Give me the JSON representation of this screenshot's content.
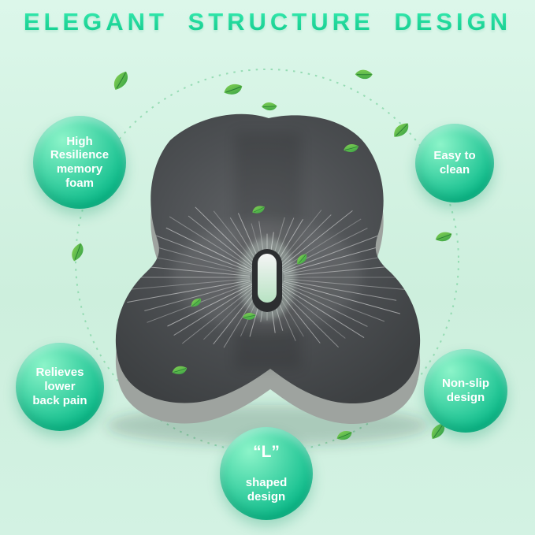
{
  "title": "ELEGANT STRUCTURE DESIGN",
  "badges": [
    {
      "id": "high-resilience",
      "label": "High\nResilience\nmemory\nfoam"
    },
    {
      "id": "easy-clean",
      "label": "Easy to\nclean"
    },
    {
      "id": "relieves-back-pain",
      "label": "Relieves\nlower\nback pain"
    },
    {
      "id": "non-slip",
      "label": "Non-slip\ndesign"
    },
    {
      "id": "l-shaped",
      "label_main": "“L”",
      "label_sub": "shaped\ndesign"
    }
  ],
  "icons": {
    "leaf": "leaf-icon",
    "airflow": "airflow-lines"
  },
  "colors": {
    "title_gradient_top": "#3bf0b4",
    "title_gradient_bottom": "#0fce8e",
    "badge_gradient_light": "#8cf4c9",
    "badge_gradient_dark": "#0ebd8c",
    "background_mint": "#d3f1e2",
    "dotted_circle": "#8fd9ae",
    "leaf_green_light": "#7ccb4e",
    "leaf_green_dark": "#2f9e44",
    "cushion_fabric_dark": "#45484a",
    "cushion_edge_gray": "#9ea39f",
    "hole_glow": "#ddf6e2"
  }
}
